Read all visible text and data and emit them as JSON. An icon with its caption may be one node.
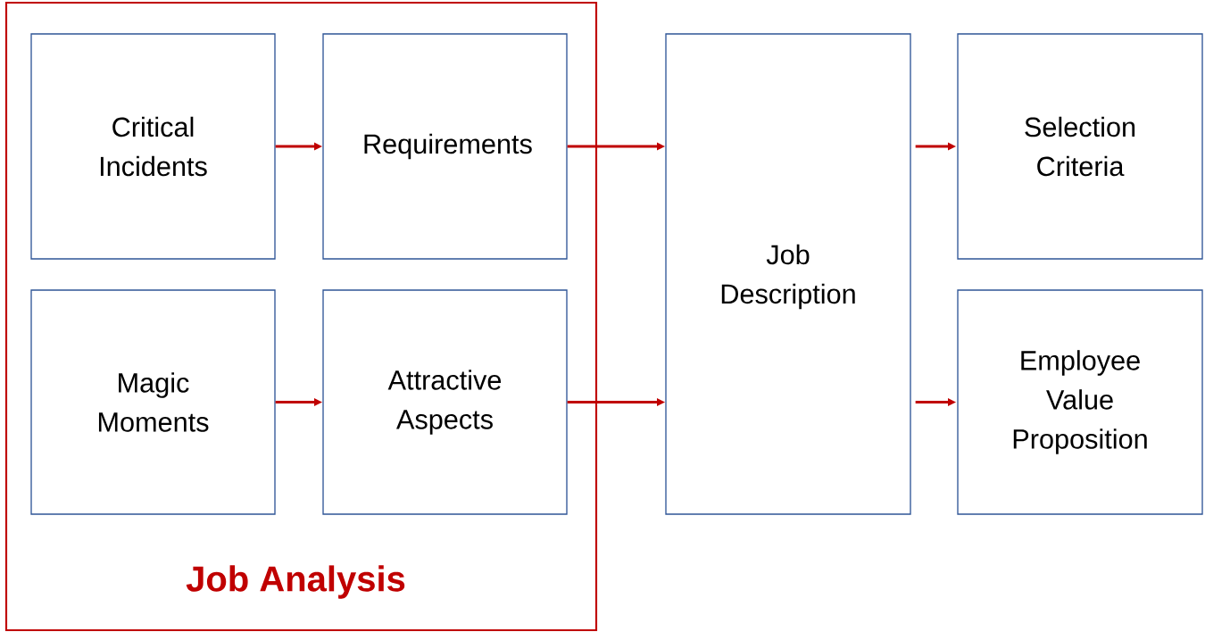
{
  "diagram": {
    "nodes": [
      {
        "text": [
          "Job Analysis"
        ]
      },
      {
        "text": [
          "Critical Incidents"
        ],
        "in": 0
      },
      {
        "text": [
          "Requirements"
        ],
        "in": 0
      },
      {
        "text": [
          "Magic Moments"
        ],
        "in": 0
      },
      {
        "text": [
          "Attractive Aspects"
        ],
        "in": 0
      },
      {
        "text": [
          "Job Description"
        ]
      },
      {
        "text": [
          "Selection Criteria"
        ]
      },
      {
        "text": [
          "Employee Value Proposition"
        ]
      }
    ],
    "edges": [
      {
        "from": 1,
        "to": 2,
        "arrow": "to"
      },
      {
        "from": 3,
        "to": 4,
        "arrow": "to"
      },
      {
        "from": 2,
        "to": 5,
        "arrow": "to"
      },
      {
        "from": 4,
        "to": 5,
        "arrow": "to"
      },
      {
        "from": 5,
        "to": 6,
        "arrow": "to"
      },
      {
        "from": 5,
        "to": 7,
        "arrow": "to"
      }
    ]
  }
}
